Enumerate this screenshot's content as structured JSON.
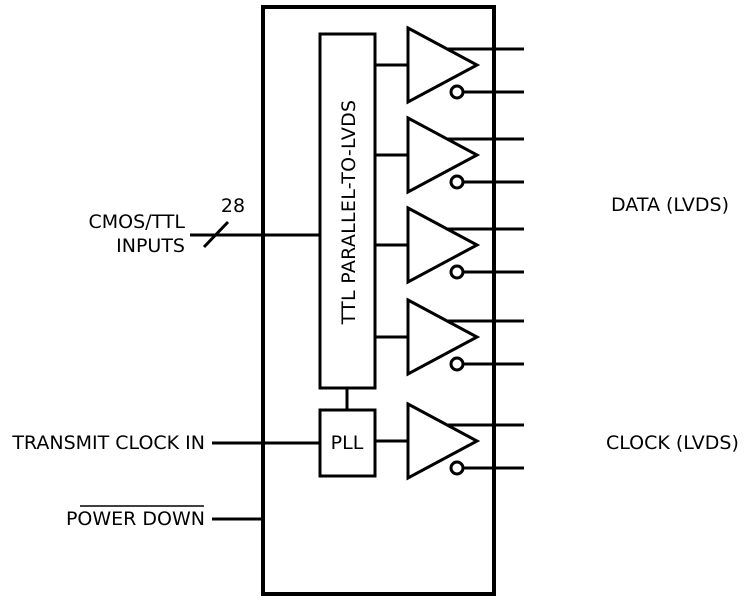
{
  "labels": {
    "cmos_line1": "CMOS/TTL",
    "cmos_line2": "INPUTS",
    "bus_width": "28",
    "converter": "TTL PARALLEL-TO-LVDS",
    "pll": "PLL",
    "data_out": "DATA (LVDS)",
    "clock_out": "CLOCK (LVDS)",
    "transmit_clock": "TRANSMIT CLOCK IN",
    "power_down": "POWER DOWN"
  }
}
